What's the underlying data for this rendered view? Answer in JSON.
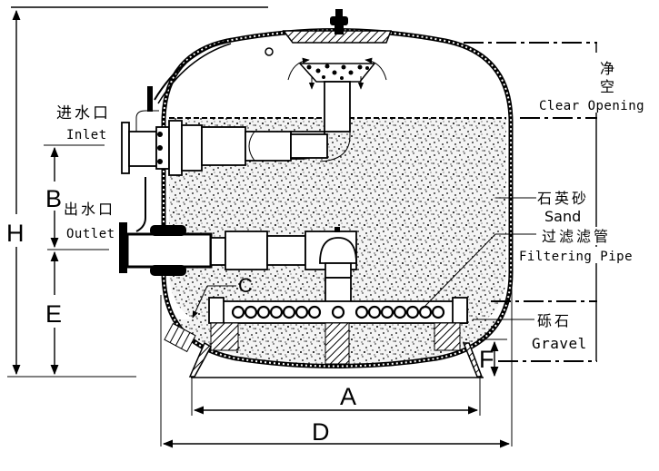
{
  "title": "Sand filter cross-section dimension diagram",
  "dimensions": {
    "H": "H",
    "B": "B",
    "E": "E",
    "A": "A",
    "D": "D",
    "F": "F",
    "C": "C"
  },
  "labels": {
    "inlet": {
      "cn": "进水口",
      "en": "Inlet"
    },
    "outlet": {
      "cn": "出水口",
      "en": "Outlet"
    },
    "clear_opening": {
      "cn_1": "净",
      "cn_2": "空",
      "en": "Clear Opening"
    },
    "sand": {
      "cn": "石英砂",
      "en": "Sand"
    },
    "filtering_pipe": {
      "cn": "过滤滤管",
      "en": "Filtering Pipe"
    },
    "gravel": {
      "cn": "砾石",
      "en": "Gravel"
    }
  },
  "colors": {
    "line": "#000000",
    "background": "#ffffff",
    "sand_fill": "#e8e8e8"
  }
}
